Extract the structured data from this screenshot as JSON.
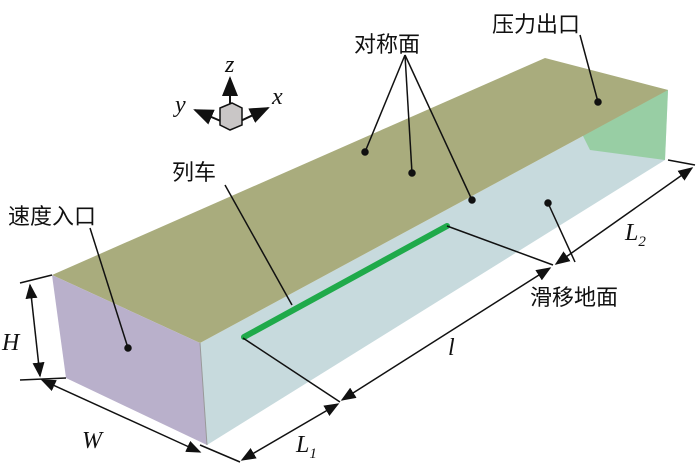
{
  "labels": {
    "pressure_outlet": "压力出口",
    "symmetry_plane": "对称面",
    "train": "列车",
    "velocity_inlet": "速度入口",
    "sliding_ground": "滑移地面"
  },
  "axes": {
    "x": "x",
    "y": "y",
    "z": "z"
  },
  "dimensions": {
    "H": "H",
    "W": "W",
    "L1": "L",
    "L1_sub": "1",
    "l": "l",
    "L2": "L",
    "L2_sub": "2"
  },
  "colors": {
    "top": "#a8ab7c",
    "side": "#c4d8dc",
    "inlet": "#b7aec9",
    "outlet": "#8cc796",
    "train": "#1faa4a"
  }
}
